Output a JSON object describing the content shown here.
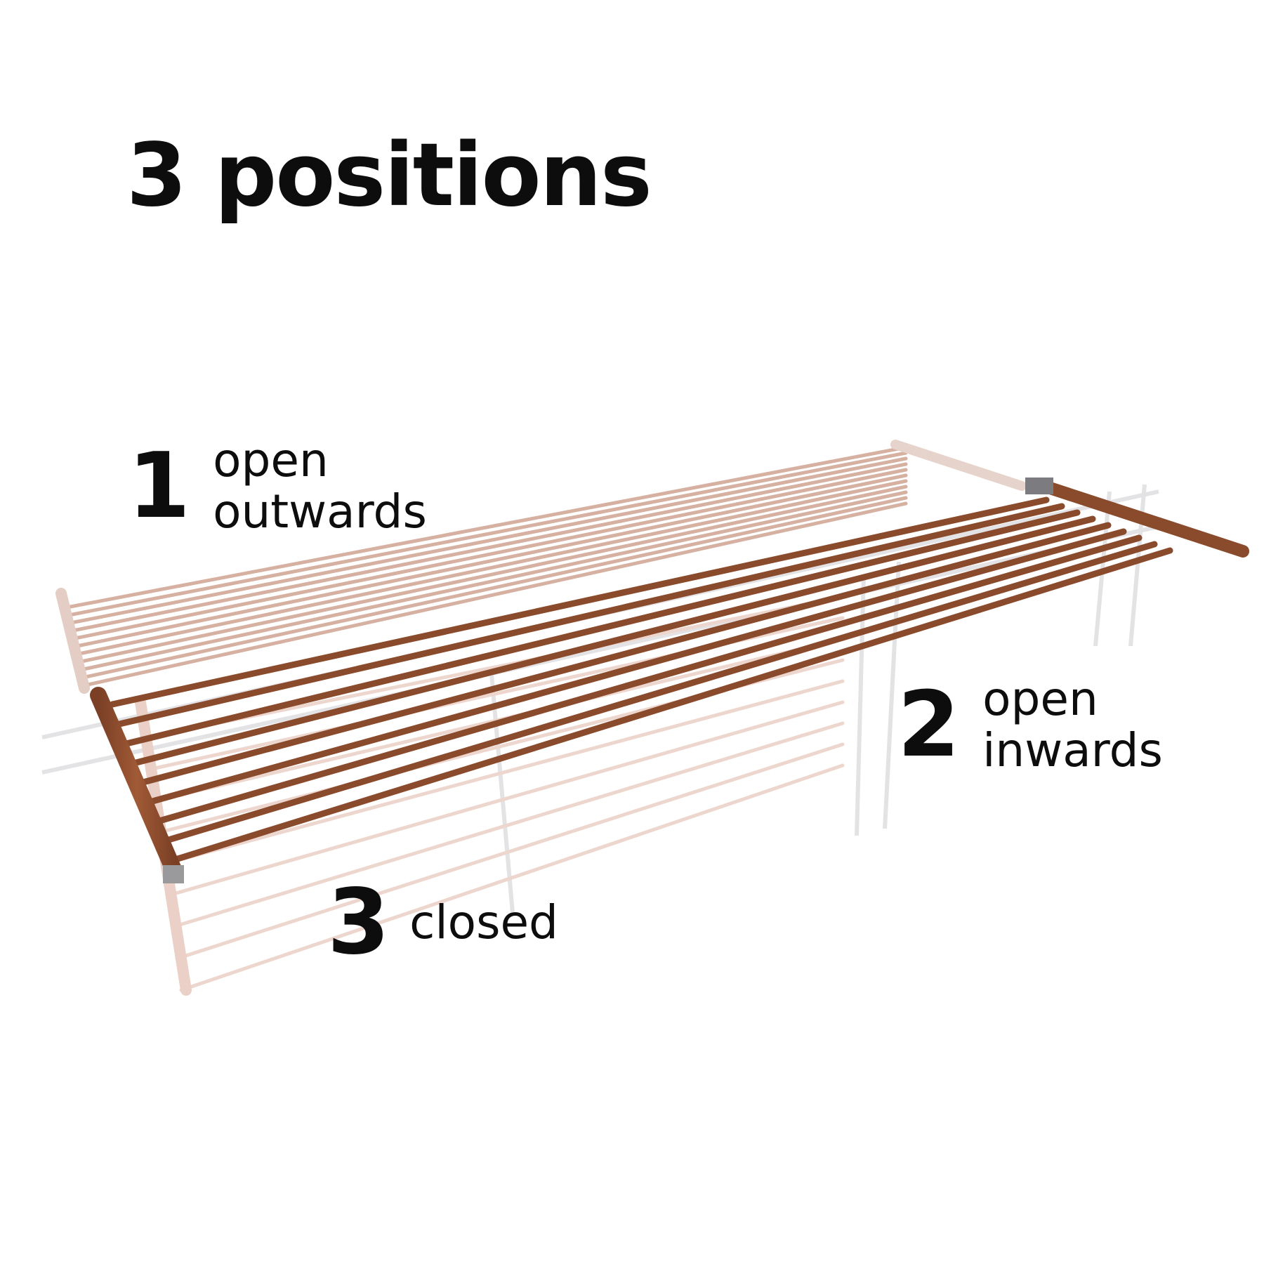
{
  "title": "3 positions",
  "positions": [
    {
      "number": "1",
      "line1": "open",
      "line2": "outwards"
    },
    {
      "number": "2",
      "line1": "open",
      "line2": "inwards"
    },
    {
      "number": "3",
      "line1": "closed"
    }
  ],
  "colors": {
    "rail_active": "#8a4a2c",
    "rail_faded": "#d9b7a8",
    "frame_ghost": "#e8e8ea",
    "text": "#0d0d0d"
  }
}
